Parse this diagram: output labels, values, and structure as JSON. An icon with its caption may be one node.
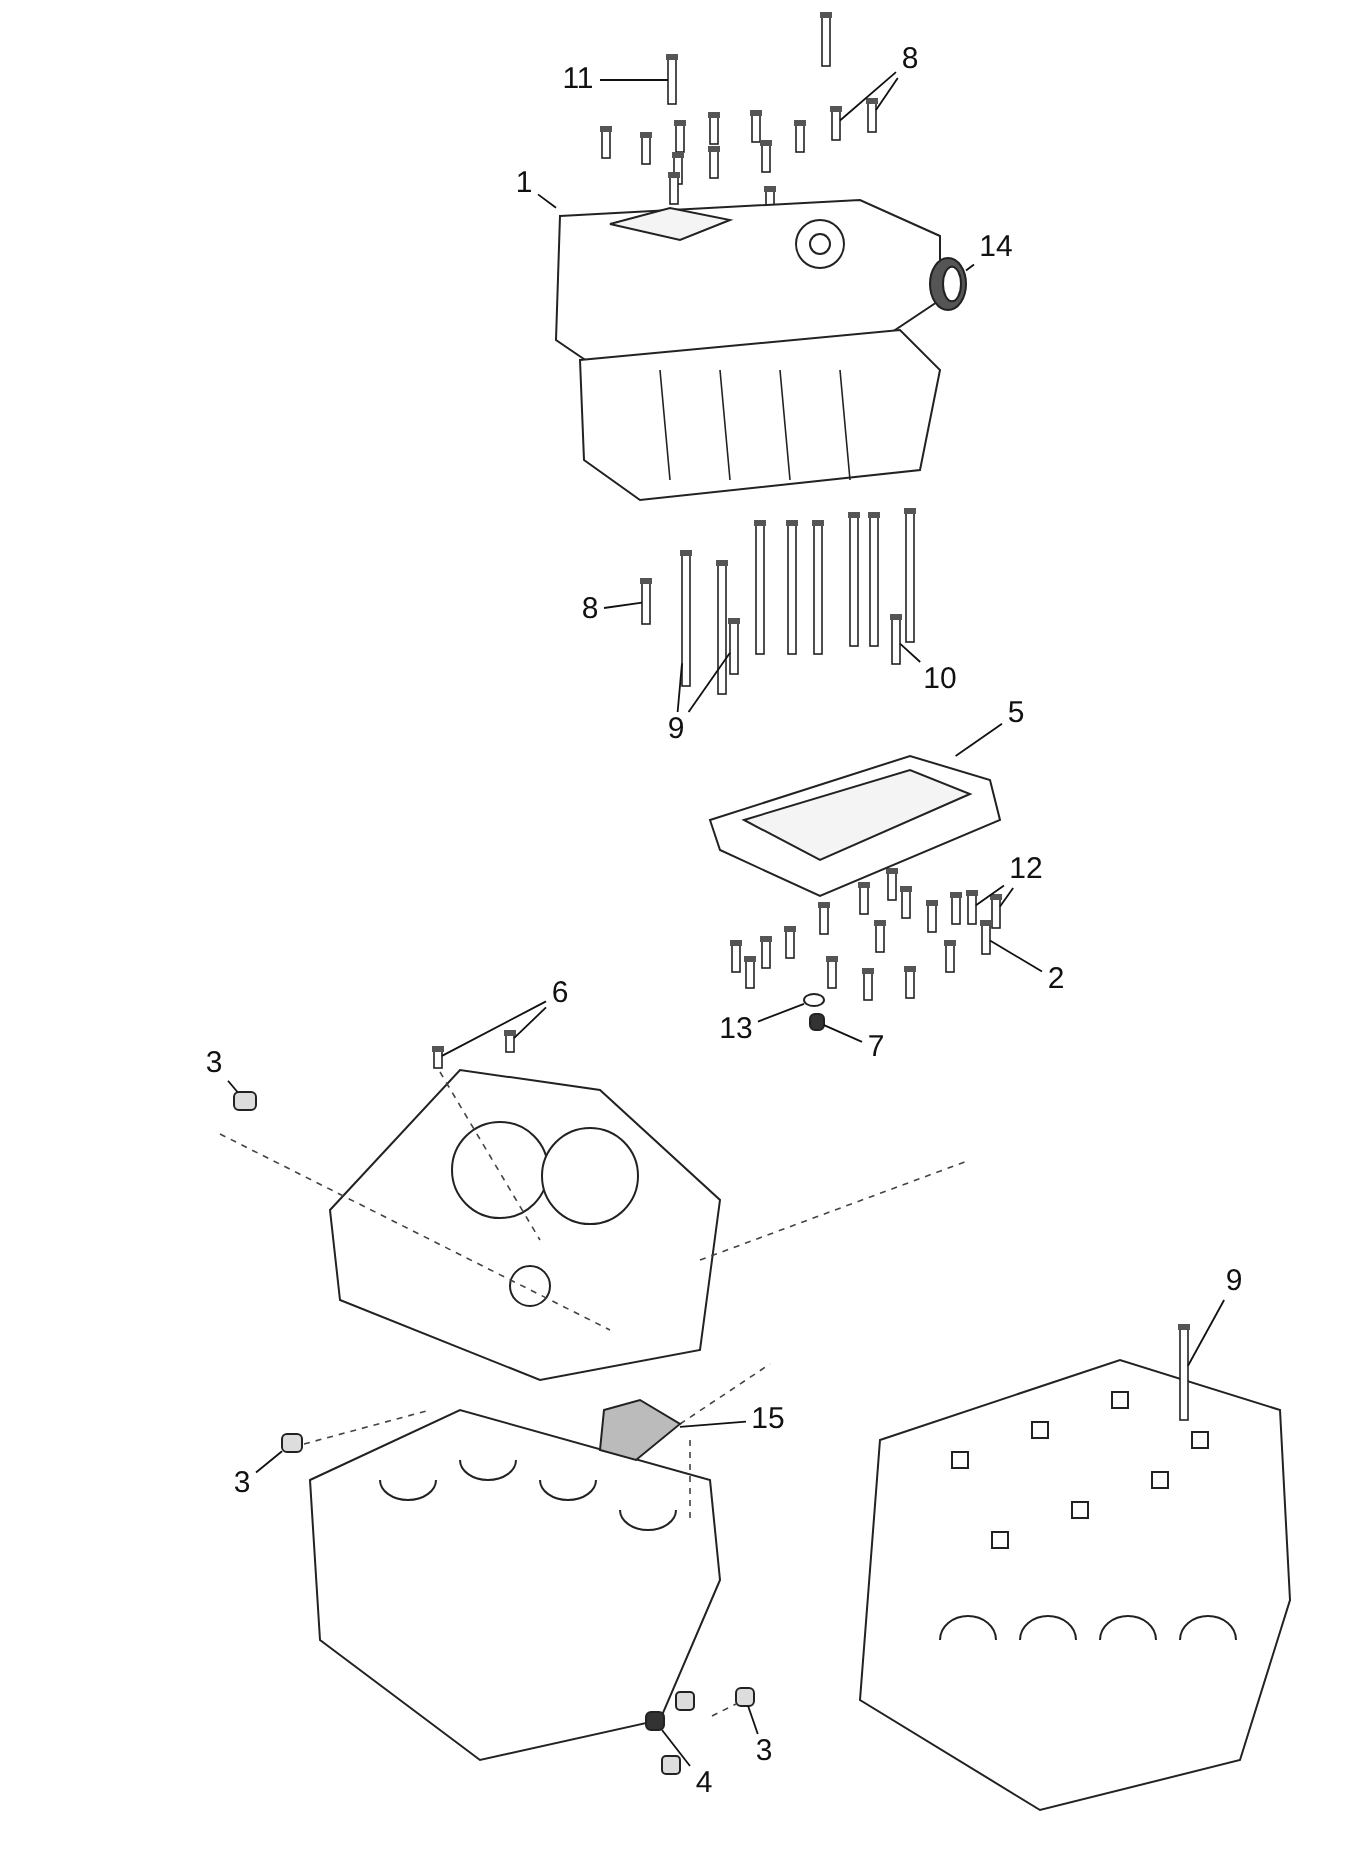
{
  "diagram": {
    "nodes": [
      {
        "text": [
          "11"
        ]
      },
      {
        "text": [
          "8"
        ]
      },
      {
        "text": [
          "1"
        ]
      },
      {
        "text": [
          "14"
        ]
      },
      {
        "text": [
          "8"
        ]
      },
      {
        "text": [
          "9"
        ]
      },
      {
        "text": [
          "10"
        ]
      },
      {
        "text": [
          "5"
        ]
      },
      {
        "text": [
          "12"
        ]
      },
      {
        "text": [
          "2"
        ]
      },
      {
        "text": [
          "13"
        ]
      },
      {
        "text": [
          "7"
        ]
      },
      {
        "text": [
          "6"
        ]
      },
      {
        "text": [
          "3"
        ]
      },
      {
        "text": [
          "9"
        ]
      },
      {
        "text": [
          "3"
        ]
      },
      {
        "text": [
          "15"
        ]
      },
      {
        "text": [
          "3"
        ]
      },
      {
        "text": [
          "4"
        ]
      },
      {
        "text": [],
        "shape": "bolt"
      },
      {
        "text": [],
        "shape": "bolt"
      },
      {
        "text": [],
        "shape": "bolt"
      },
      {
        "text": [],
        "shape": "picture"
      },
      {
        "text": [],
        "shape": "ring"
      },
      {
        "text": [],
        "shape": "bolt"
      },
      {
        "text": [],
        "shape": "bolt"
      },
      {
        "text": [],
        "shape": "bolt"
      },
      {
        "text": [],
        "shape": "bolt"
      },
      {
        "text": [],
        "shape": "picture"
      },
      {
        "text": [],
        "shape": "bolt"
      },
      {
        "text": [],
        "shape": "bolt"
      },
      {
        "text": [],
        "shape": "bolt"
      },
      {
        "text": [],
        "shape": "ring"
      },
      {
        "text": [],
        "shape": "box"
      },
      {
        "text": [],
        "shape": "bolt"
      },
      {
        "text": [],
        "shape": "bolt"
      },
      {
        "text": [],
        "shape": "box"
      },
      {
        "text": [],
        "shape": "bolt"
      },
      {
        "text": [],
        "shape": "box"
      },
      {
        "text": [],
        "shape": "picture"
      },
      {
        "text": [],
        "shape": "box"
      },
      {
        "text": [],
        "shape": "box"
      }
    ],
    "edges": [
      {
        "from": 0,
        "to": 19,
        "arrow": "none"
      },
      {
        "from": 1,
        "to": 20,
        "arrow": "none"
      },
      {
        "from": 1,
        "to": 21,
        "arrow": "none"
      },
      {
        "from": 2,
        "to": 22,
        "arrow": "none"
      },
      {
        "from": 3,
        "to": 23,
        "arrow": "none"
      },
      {
        "from": 4,
        "to": 24,
        "arrow": "none"
      },
      {
        "from": 5,
        "to": 25,
        "arrow": "none"
      },
      {
        "from": 5,
        "to": 26,
        "arrow": "none"
      },
      {
        "from": 6,
        "to": 27,
        "arrow": "none"
      },
      {
        "from": 7,
        "to": 28,
        "arrow": "none"
      },
      {
        "from": 8,
        "to": 29,
        "arrow": "none"
      },
      {
        "from": 8,
        "to": 30,
        "arrow": "none"
      },
      {
        "from": 9,
        "to": 31,
        "arrow": "none"
      },
      {
        "from": 10,
        "to": 32,
        "arrow": "none"
      },
      {
        "from": 11,
        "to": 33,
        "arrow": "none"
      },
      {
        "from": 12,
        "to": 34,
        "arrow": "none"
      },
      {
        "from": 12,
        "to": 35,
        "arrow": "none"
      },
      {
        "from": 13,
        "to": 36,
        "arrow": "none"
      },
      {
        "from": 14,
        "to": 37,
        "arrow": "none"
      },
      {
        "from": 15,
        "to": 38,
        "arrow": "none"
      },
      {
        "from": 16,
        "to": 39,
        "arrow": "none"
      },
      {
        "from": 17,
        "to": 40,
        "arrow": "none"
      },
      {
        "from": 18,
        "to": 41,
        "arrow": "none"
      }
    ]
  }
}
